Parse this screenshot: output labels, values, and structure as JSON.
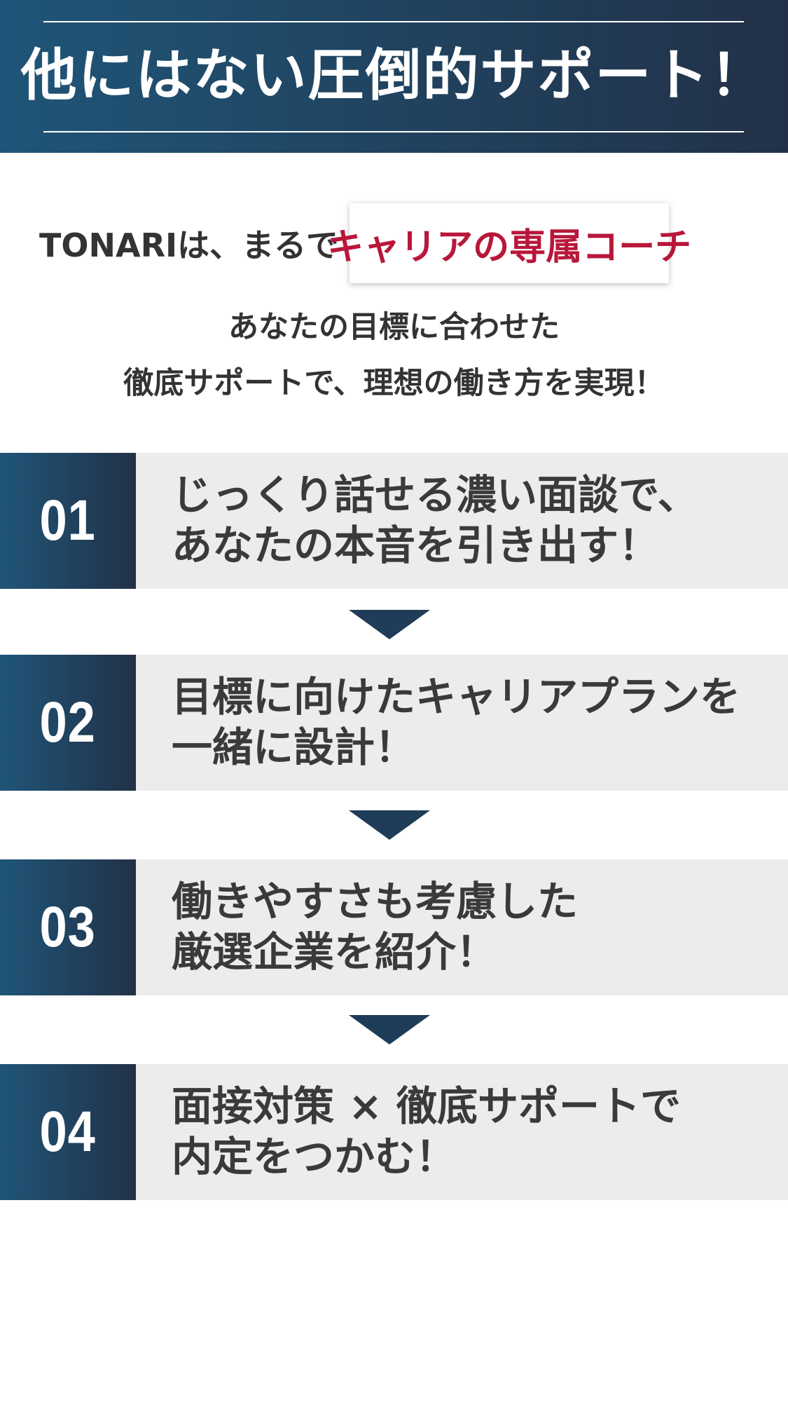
{
  "header": {
    "title": "他にはない圧倒的サポート！"
  },
  "lead": {
    "prefix": "TONARIは、まるで",
    "highlight": "キャリアの専属コーチ",
    "line1": "あなたの目標に合わせた",
    "line2": "徹底サポートで、理想の働き方を実現！"
  },
  "steps": [
    {
      "number": "01",
      "line1": "じっくり話せる濃い面談で、",
      "line2": "あなたの本音を引き出す！"
    },
    {
      "number": "02",
      "line1": "目標に向けたキャリアプランを",
      "line2": "一緒に設計！"
    },
    {
      "number": "03",
      "line1": "働きやすさも考慮した",
      "line2": "厳選企業を紹介！"
    },
    {
      "number": "04",
      "line1": "面接対策 × 徹底サポートで",
      "line2": "内定をつかむ！"
    }
  ],
  "colors": {
    "brand_gradient_start": "#1f5578",
    "brand_gradient_end": "#223148",
    "accent_red": "#b8173a",
    "step_bg": "#ececec"
  },
  "icons": [
    "down-arrow-icon"
  ]
}
